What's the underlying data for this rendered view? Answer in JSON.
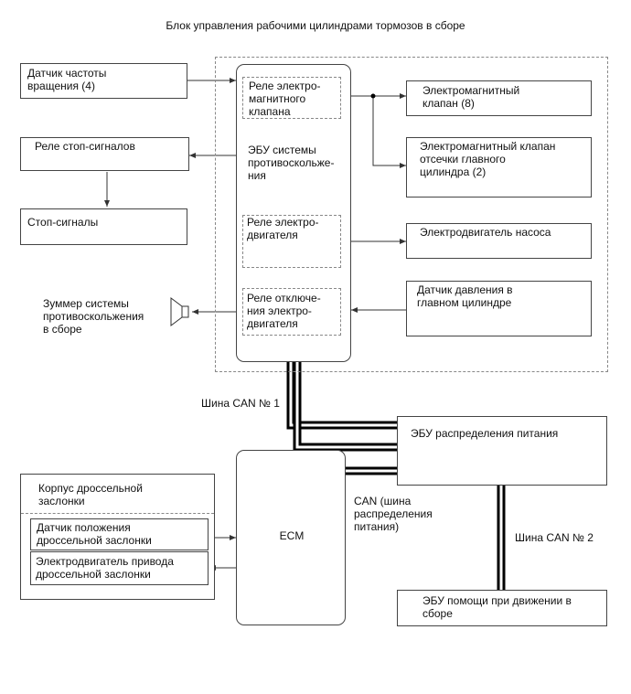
{
  "title": "Блок управления рабочими цилиндрами тормозов в сборе",
  "inputs": {
    "speed_sensor": "Датчик частоты\nвращения (4)",
    "master_pressure_sensor": "Датчик давления в\nглавном цилиндре"
  },
  "abs_block": {
    "solenoid_relay": "Реле электро-\nмагнитного\nклапана",
    "ecu_label": "ЭБУ системы\nпротивоскольже-\nния",
    "motor_relay": "Реле электро-\nдвигателя",
    "motor_cutoff_relay": "Реле отключе-\nния электро-\nдвигателя"
  },
  "outputs": {
    "solenoid_valve": "Электромагнитный\nклапан (8)",
    "master_cutoff_valve": "Электромагнитный клапан\nотсечки главного\nцилиндра (2)",
    "pump_motor": "Электродвигатель насоса",
    "stop_relay": "Реле стоп-сигналов",
    "stop_lamps": "Стоп-сигналы",
    "buzzer": "Зуммер системы\nпротивоскольжения\nв сборе"
  },
  "bus": {
    "can1": "Шина CAN № 1",
    "can_power": "CAN (шина\nраспределения\nпитания)",
    "can2": "Шина CAN № 2"
  },
  "ecus": {
    "power_dist": "ЭБУ распределения питания",
    "ecm": "ECM",
    "driving_assist": "ЭБУ помощи при движении в\nсборе"
  },
  "throttle": {
    "body": "Корпус дроссельной\nзаслонки",
    "position_sensor": "Датчик положения\nдроссельной заслонки",
    "actuator_motor": "Электродвигатель привода\nдроссельной заслонки"
  }
}
